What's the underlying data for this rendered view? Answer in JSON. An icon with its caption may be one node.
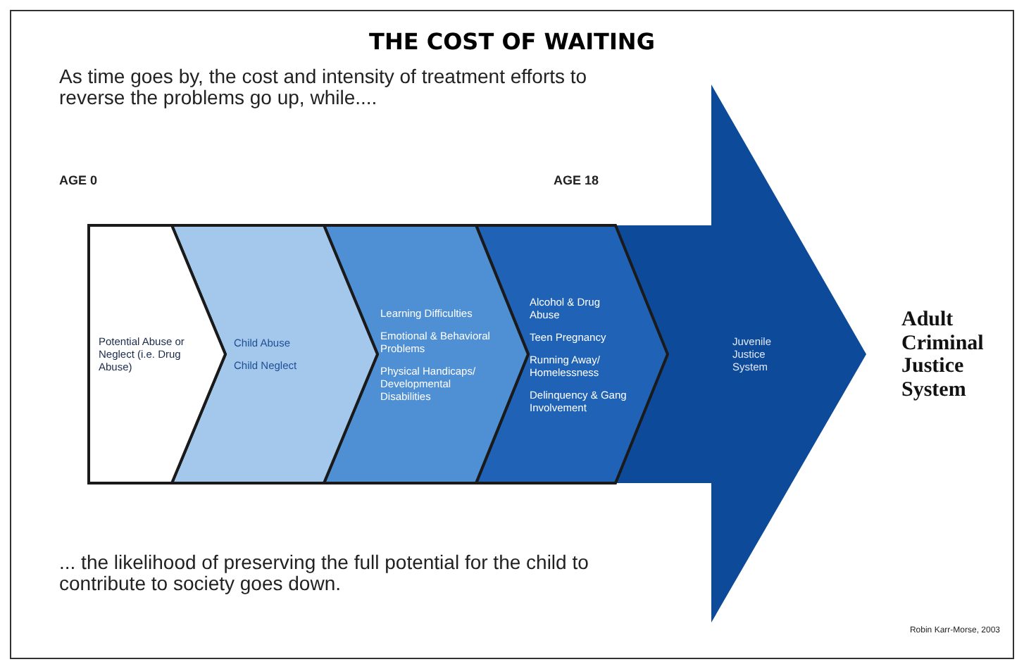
{
  "diagram": {
    "title": "THE COST OF WAITING",
    "nodes": [
      {
        "text": [
          "Potential Abuse or Neglect (i.e. Drug Abuse)"
        ]
      },
      {
        "text": [
          "Child Abuse",
          "Child Neglect"
        ]
      },
      {
        "text": [
          "Learning Difficulties",
          "Emotional & Behavioral Problems",
          "Physical Handicaps/ Developmental Disabilities"
        ]
      },
      {
        "text": [
          "Alcohol & Drug Abuse",
          "Teen Pregnancy",
          "Running Away/ Homelessness",
          "Delinquency & Gang Involvement"
        ]
      },
      {
        "text": [
          "Juvenile Justice System"
        ]
      },
      {
        "text": [
          "Adult Criminal Justice System"
        ]
      }
    ],
    "labels": [
      "As time goes by, the cost and intensity of treatment efforts to reverse the problems go up, while....",
      "AGE 0",
      "AGE 18",
      "... the likelihood of preserving the full potential for the child to contribute to society goes down.",
      "Robin Karr-Morse, 2003"
    ]
  }
}
